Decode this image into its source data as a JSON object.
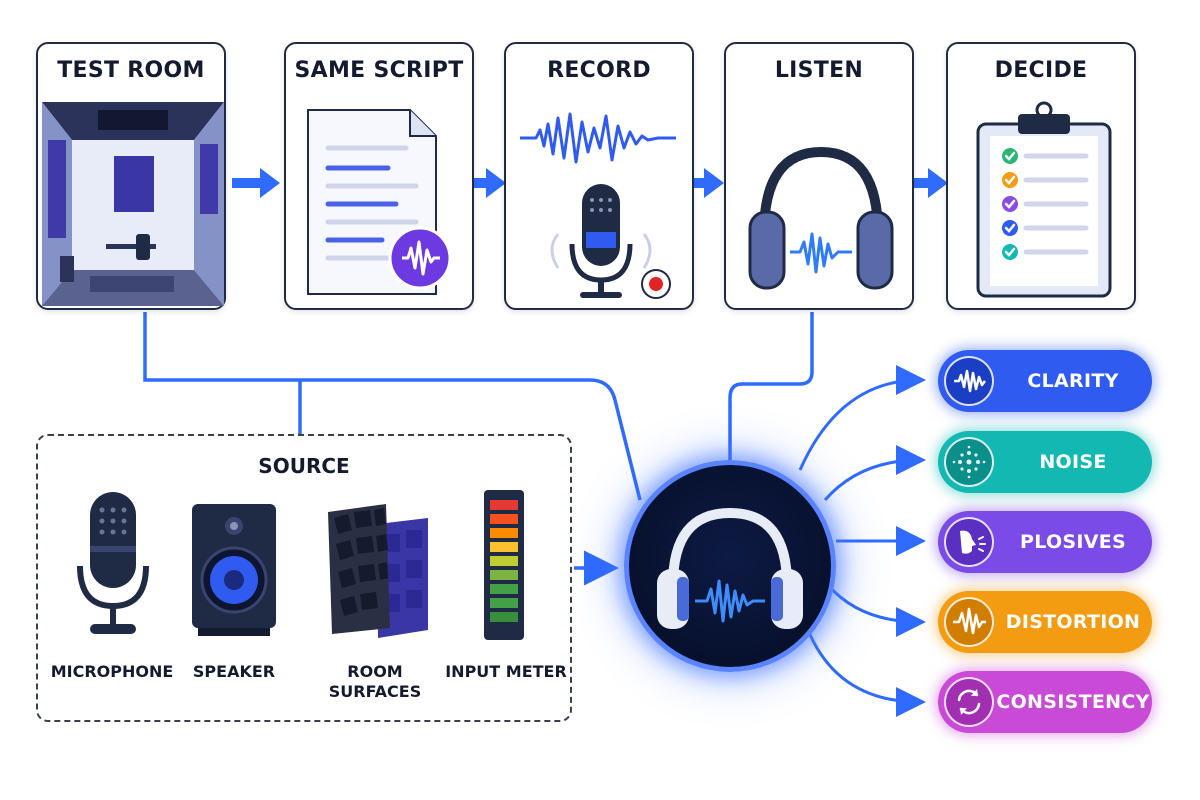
{
  "steps": [
    {
      "label": "TEST ROOM"
    },
    {
      "label": "SAME SCRIPT"
    },
    {
      "label": "RECORD"
    },
    {
      "label": "LISTEN"
    },
    {
      "label": "DECIDE"
    }
  ],
  "source": {
    "title": "SOURCE",
    "items": [
      {
        "label": "MICROPHONE"
      },
      {
        "label": "SPEAKER"
      },
      {
        "label": "ROOM SURFACES"
      },
      {
        "label": "INPUT METER"
      }
    ]
  },
  "outputs": [
    {
      "label": "CLARITY",
      "color": "#2f5bf0",
      "icon": "waveform-icon"
    },
    {
      "label": "NOISE",
      "color": "#14b8b3",
      "icon": "dots-icon"
    },
    {
      "label": "PLOSIVES",
      "color": "#7a4be6",
      "icon": "mouth-icon"
    },
    {
      "label": "DISTORTION",
      "color": "#f39c12",
      "icon": "distortion-icon"
    },
    {
      "label": "CONSISTENCY",
      "color": "#c94ad6",
      "icon": "cycle-icon"
    }
  ],
  "colors": {
    "accent": "#2f6bff",
    "line": "#2f6bff",
    "dark": "#1f2a44"
  }
}
